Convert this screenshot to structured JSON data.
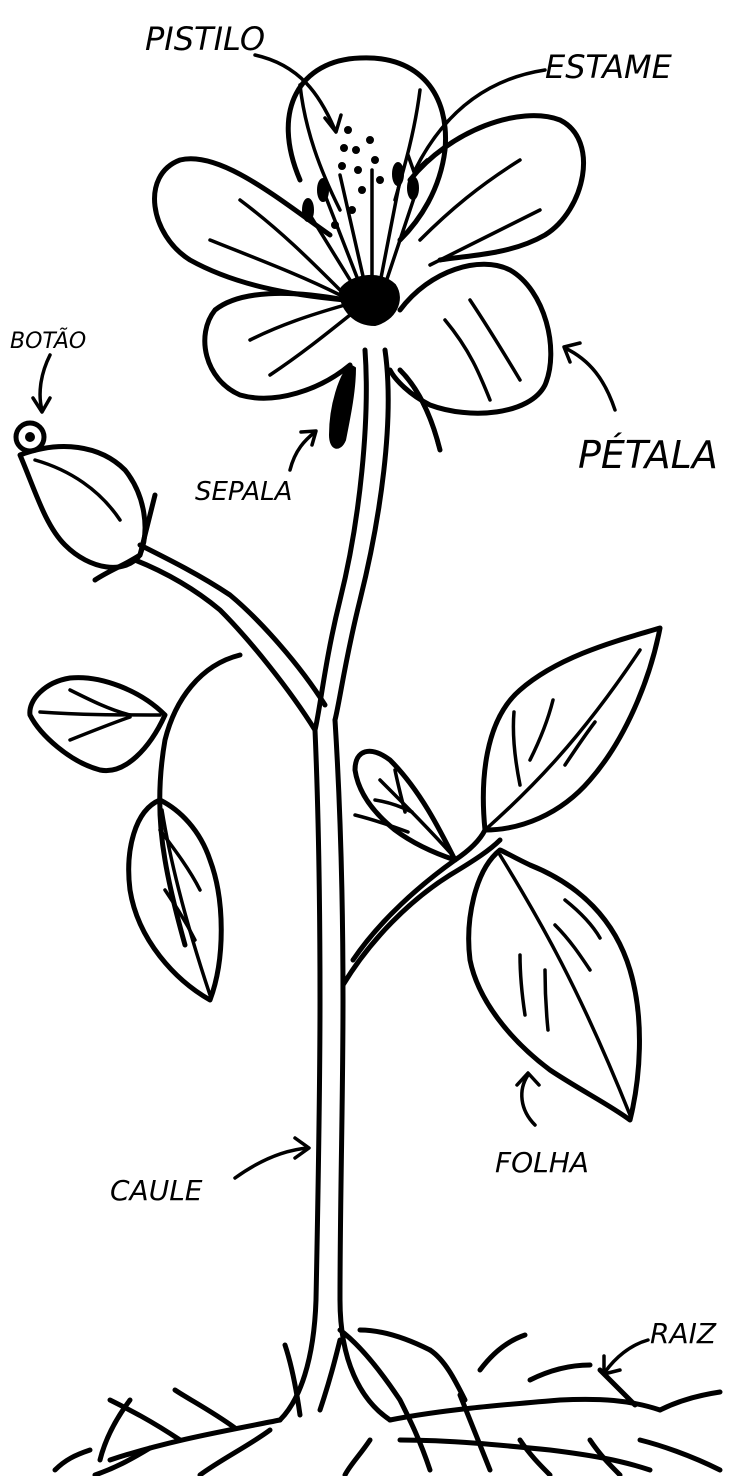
{
  "labels": {
    "pistilo": "PISTILO",
    "estame": "ESTAME",
    "botao": "BOTÃO",
    "petala": "PÉTALA",
    "sepala": "SEPALA",
    "caule": "CAULE",
    "folha": "FOLHA",
    "raiz": "RAIZ"
  },
  "colors": {
    "ink": "#000000",
    "background": "#ffffff"
  }
}
